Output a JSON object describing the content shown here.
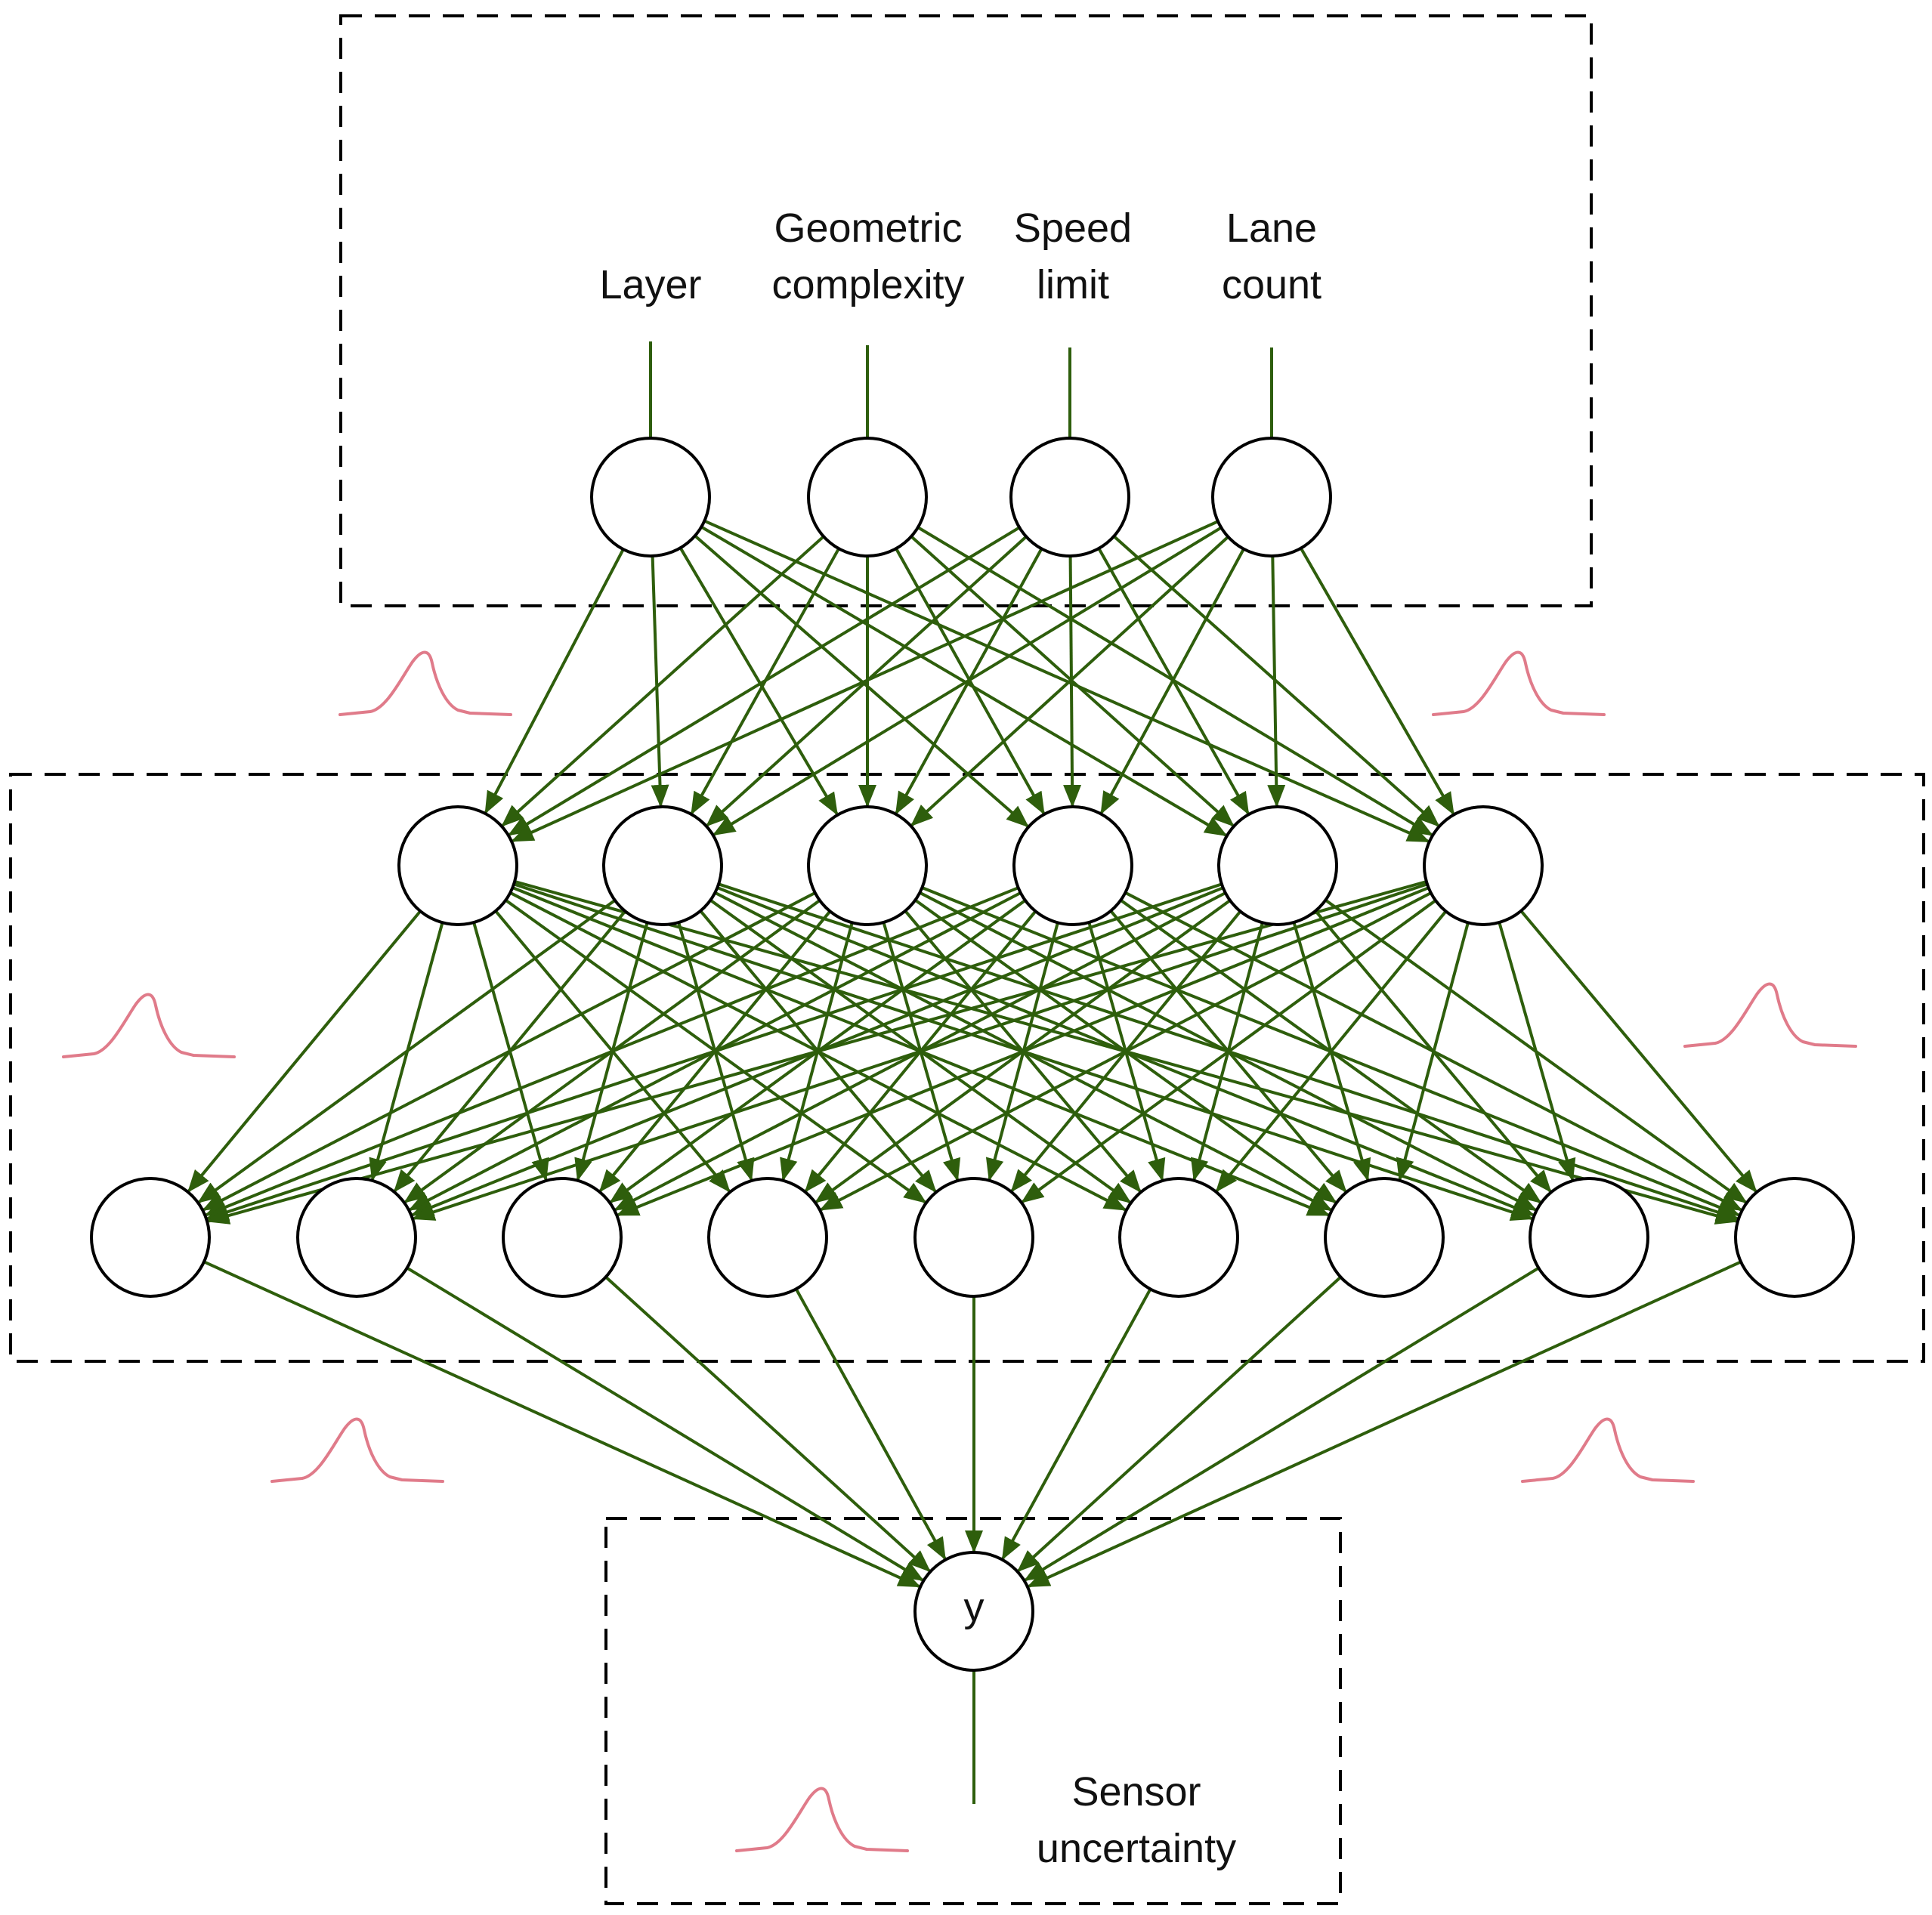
{
  "inputs": {
    "layer": "Layer",
    "geometric_line1": "Geometric",
    "geometric_line2": "complexity",
    "speed_line1": "Speed",
    "speed_line2": "limit",
    "lane_line1": "Lane",
    "lane_line2": "count"
  },
  "output": {
    "node_label": "y",
    "label_line1": "Sensor",
    "label_line2": "uncertainty"
  },
  "colors": {
    "edge": "#2e5e0c",
    "distribution": "#e07b8a",
    "frame": "#000000"
  },
  "network": {
    "input_nodes": 4,
    "hidden_layer_1_nodes": 6,
    "hidden_layer_2_nodes": 9,
    "output_nodes": 1
  }
}
